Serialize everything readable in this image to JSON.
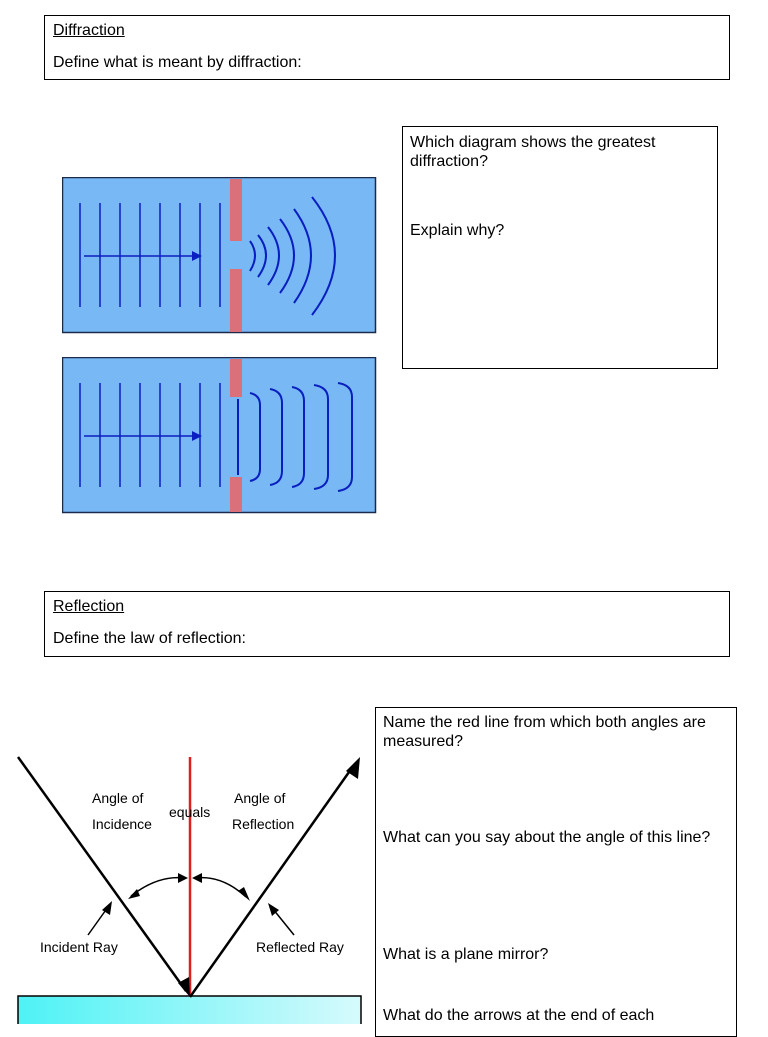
{
  "diffraction": {
    "heading": "Diffraction",
    "prompt": "Define what is meant by diffraction:",
    "question1": "Which diagram shows the greatest diffraction?",
    "question2": "Explain why?"
  },
  "reflection": {
    "heading": "Reflection",
    "prompt": "Define the law of reflection:",
    "questions": [
      "Name the red line from which both angles are measured?",
      "What can you say about the angle of this line?",
      "What is a plane mirror?",
      "What do the arrows at the end of each"
    ],
    "diagram": {
      "angle_incidence_l1": "Angle of",
      "angle_incidence_l2": "Incidence",
      "equals": "equals",
      "angle_reflection_l1": "Angle of",
      "angle_reflection_l2": "Reflection",
      "incident_ray": "Incident Ray",
      "reflected_ray": "Reflected Ray"
    }
  },
  "colors": {
    "water": "#78b8f5",
    "wave": "#0a1fbf",
    "barrier": "#d9707a",
    "normal_line": "#e02020",
    "mirror_start": "#4ef2f5",
    "mirror_end": "#d6fafc"
  }
}
